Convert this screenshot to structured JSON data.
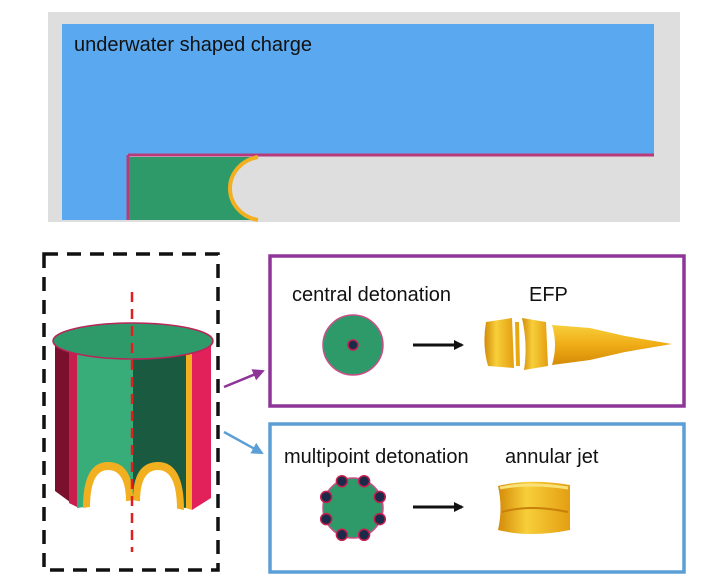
{
  "top_panel": {
    "title": "underwater shaped charge"
  },
  "labels": {
    "central_detonation": "central detonation",
    "efp": "EFP",
    "multipoint_detonation": "multipoint detonation",
    "annular_jet": "annular jet"
  },
  "colors": {
    "water_blue": "#5aa9f0",
    "background_gray": "#dedede",
    "explosive_green": "#2e9a6a",
    "explosive_green_dark": "#1a5a40",
    "explosive_green_light": "#38ad7a",
    "liner_gold": "#f2b020",
    "casing_red": "#c81e4e",
    "casing_red_light": "#e2205a",
    "purple_frame": "#8e3598",
    "blue_frame": "#5b9fd6",
    "axis_red": "#e02020",
    "detonator_navy": "#1c2a4a"
  },
  "icons": {
    "central_detonator": "detonator-dot-icon",
    "multipoint_detonators": "detonator-dot-icon",
    "process_arrow": "arrow-right-icon"
  },
  "multipoint_detonator_count": 8
}
